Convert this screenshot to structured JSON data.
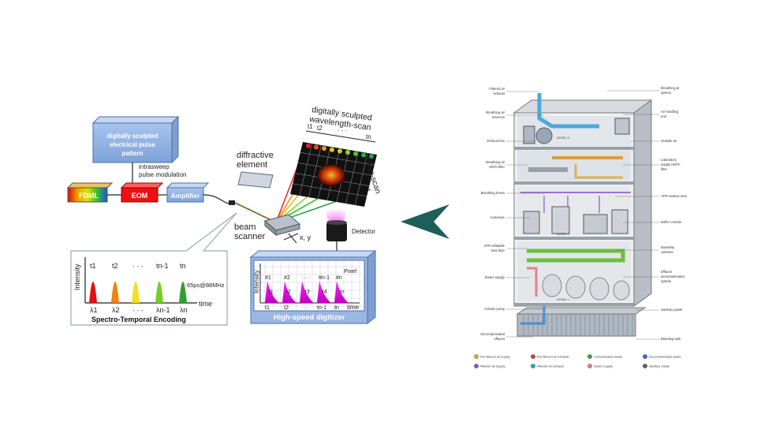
{
  "left": {
    "pattern_box": "digitally sculpted electrical pulse pattern",
    "pattern_lines": [
      "digitally sculpted",
      "electrical pulse",
      "pattern"
    ],
    "fdml": "FDML",
    "eom": "EOM",
    "amplifier": "Amplifier",
    "intrasweep": [
      "intrasweep",
      "pulse modulation"
    ],
    "diffractive": [
      "diffractive",
      "element"
    ],
    "beam_scanner": [
      "beam",
      "scanner"
    ],
    "scanner_axes": "x, y",
    "scan_title": [
      "digitally sculpted",
      "wavelength-scan"
    ],
    "galvo": "galvo-scan",
    "detector": "Detector",
    "time_labels": [
      "t1",
      "t2",
      "· · ·",
      "tn"
    ],
    "encoding": {
      "title": "Spectro-Temporal Encoding",
      "ylabel": "Intensity",
      "xlabel": "time",
      "rate": "65ps@88MHz",
      "times": [
        "t1",
        "t2",
        "· · ·",
        "tn-1",
        "tn"
      ],
      "lambdas": [
        "λ1",
        "λ2",
        "· · ·",
        "λn-1",
        "λn"
      ]
    },
    "digitizer": {
      "title": "High-speed digitizer",
      "ylabel": "Intensity",
      "xlabel": "time",
      "pixel": "Pixel",
      "pulse_labels": [
        "#1",
        "#2",
        "· · ·",
        "#n-1",
        "#n"
      ],
      "taus": [
        "τ1",
        "τ2",
        "τ3",
        "τ4",
        "τn"
      ],
      "times": [
        "t1",
        "t2",
        "· · ·",
        "tn-1",
        "tn"
      ]
    }
  },
  "right": {
    "labels_left": [
      "Filtered air exhaust",
      "Breathing air reservoir",
      "Exhaust fan",
      "Breathing air HEPA filter",
      "Breathing hoses",
      "Autoclave",
      "APR inflatable seal door",
      "Steam supply",
      "Grinder pump",
      "Decontaminated effluent"
    ],
    "labels_right": [
      "Breathing air system",
      "Air handling unit",
      "Outside air",
      "Laboratory supply HEPA filter",
      "APR window seal",
      "Buffer corridor",
      "Biosafety cabinets",
      "Effluent decontamination system",
      "Sanitary waste",
      "Blending tank"
    ],
    "levels": [
      "LEVEL 3",
      "LEVEL 2",
      "LEVEL 1"
    ],
    "legend": [
      "Pre-filtered air supply",
      "Pre-filtered air exhaust",
      "Contaminated waste",
      "Decontaminated waste",
      "Filtered air supply",
      "Filtered air exhaust",
      "Steam supply",
      "Sanitary waste"
    ],
    "legend_colors": [
      "#e0a830",
      "#d04040",
      "#40a040",
      "#3070d0",
      "#9050c0",
      "#30a0c0",
      "#d080a0",
      "#606060"
    ]
  },
  "arrow_color": "#1f5f5a"
}
